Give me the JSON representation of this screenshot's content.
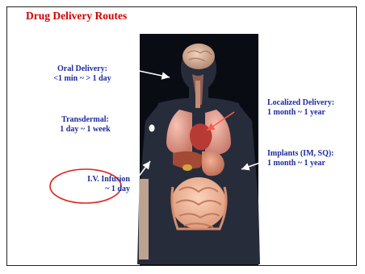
{
  "slide": {
    "title": "Drug Delivery Routes"
  },
  "labels": {
    "oral": {
      "line1": "Oral Delivery:",
      "line2": "<1 min ~ > 1 day"
    },
    "transdermal": {
      "line1": "Transdermal:",
      "line2": "1 day ~ 1 week"
    },
    "iv": {
      "line1": "I.V. Infusion",
      "line2": "~ 1 day"
    },
    "localized": {
      "line1": "Localized Delivery:",
      "line2": "1 month ~ 1 year"
    },
    "implants": {
      "line1": "Implants (IM, SQ):",
      "line2": "1 month ~ 1 year"
    }
  },
  "colors": {
    "title": "#d00000",
    "label": "#1f2a9e",
    "arrows": "#ffffff",
    "iv_highlight": "#e02020",
    "body_background": "#0a0c14"
  }
}
